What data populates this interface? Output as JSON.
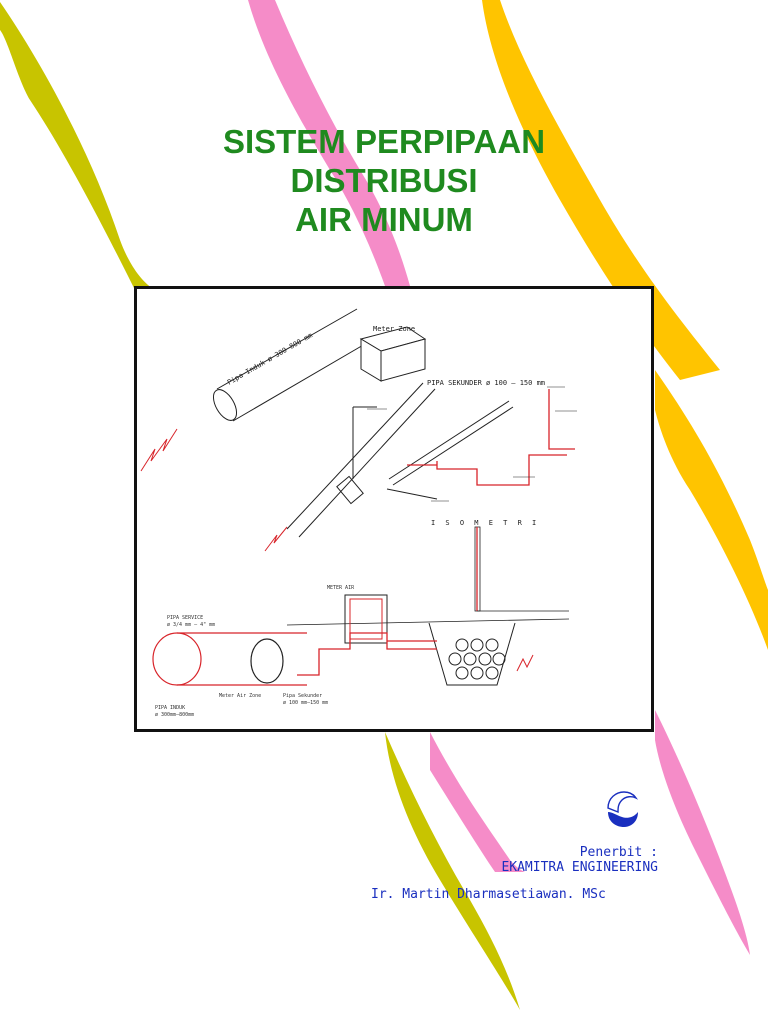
{
  "title": {
    "line1": "SISTEM PERPIPAAN",
    "line2": "DISTRIBUSI",
    "line3": "AIR MINUM"
  },
  "diagram": {
    "pipa_induk": "Pipa Induk ø 300–800 mm",
    "meter_zone": "Meter Zone",
    "pipa_sekunder_top": "PIPA SEKUNDER ø 100 – 150 mm",
    "isometri": "I S O M E T R I",
    "meter_air": "METER AIR",
    "pipa_service": "PIPA SERVICE",
    "pipa_service_size": "ø 3/4 mm – 4\" mm",
    "pipa_induk_label": "PIPA INDUK",
    "pipa_induk_size": "ø 300mm–800mm",
    "meter_air_zone": "Meter Air Zone",
    "pipa_sekunder_bottom": "Pipa Sekunder",
    "pipa_sekunder_bottom_size": "ø 100 mm–150 mm"
  },
  "credits": {
    "penerbit": "Penerbit :",
    "publisher": "EKAMITRA ENGINEERING",
    "author": "Ir. Martin Dharmasetiawan. MSc"
  },
  "colors": {
    "title": "#1f8a1f",
    "text_blue": "#1a2fbf",
    "ribbon_yellow": "#ffc400",
    "ribbon_olive": "#c8c400",
    "ribbon_pink": "#f58cc8",
    "pipe_red": "#d8242a"
  },
  "icons": {
    "logo": "ekamitra-logo"
  }
}
